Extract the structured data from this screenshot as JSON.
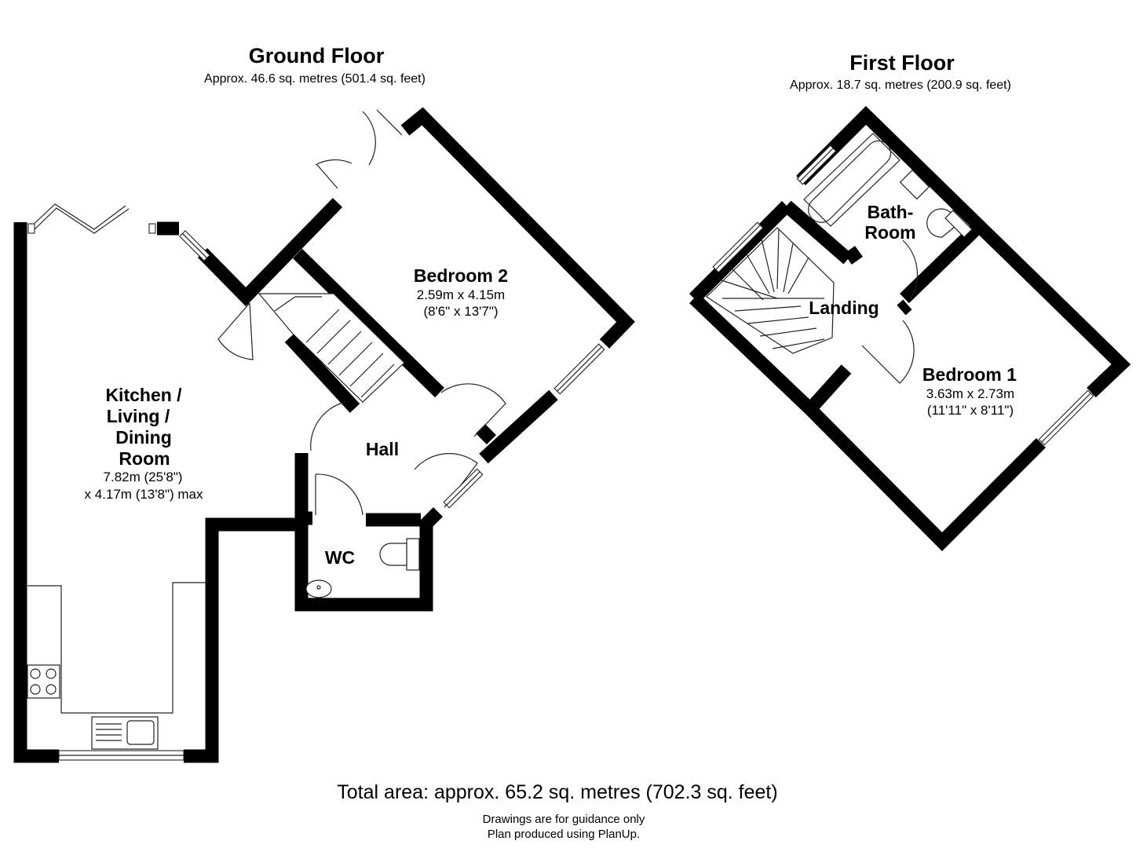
{
  "ground_floor": {
    "title": "Ground Floor",
    "area": "Approx. 46.6 sq. metres (501.4 sq. feet)",
    "rooms": {
      "kitchen": {
        "name_lines": [
          "Kitchen /",
          "Living /",
          "Dining",
          "Room"
        ],
        "dims": [
          "7.82m (25'8\")",
          "x 4.17m (13'8\") max"
        ]
      },
      "bedroom2": {
        "name": "Bedroom 2",
        "dims": [
          "2.59m x 4.15m",
          "(8'6\" x 13'7\")"
        ]
      },
      "hall": {
        "name": "Hall"
      },
      "wc": {
        "name": "WC"
      }
    }
  },
  "first_floor": {
    "title": "First Floor",
    "area": "Approx. 18.7 sq. metres (200.9 sq. feet)",
    "rooms": {
      "bathroom": {
        "name_lines": [
          "Bath-",
          "Room"
        ]
      },
      "landing": {
        "name": "Landing"
      },
      "bedroom1": {
        "name": "Bedroom 1",
        "dims": [
          "3.63m x 2.73m",
          "(11'11\" x 8'11\")"
        ]
      }
    }
  },
  "footer": {
    "total": "Total area: approx. 65.2 sq. metres (702.3 sq. feet)",
    "notes": [
      "Drawings are for guidance only",
      "Plan produced using PlanUp."
    ]
  }
}
